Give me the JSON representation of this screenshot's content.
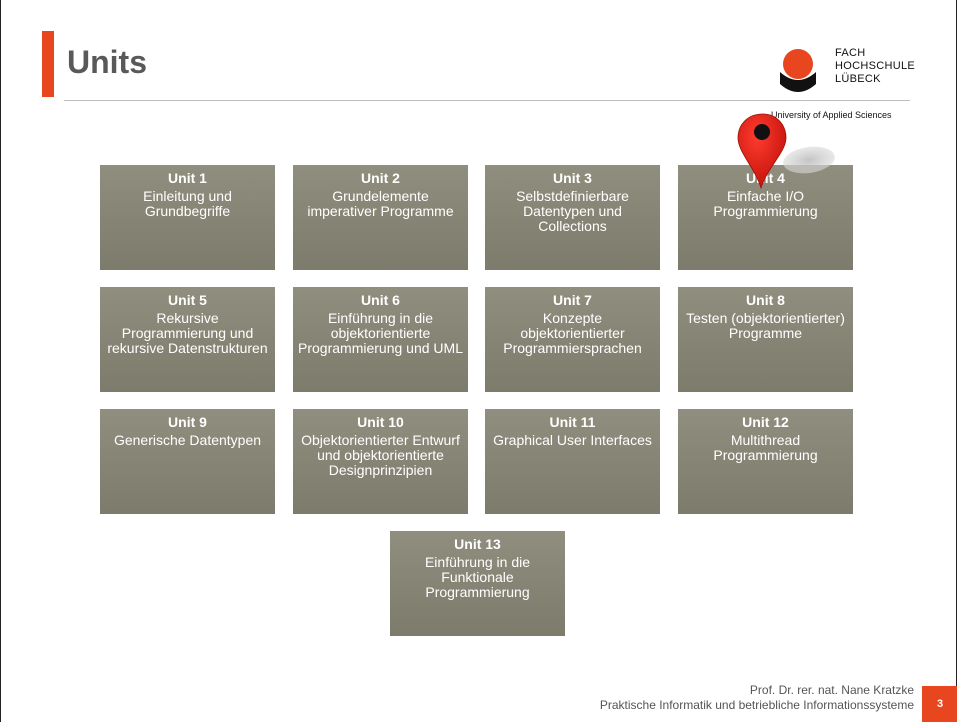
{
  "slide": {
    "title": "Units",
    "logo": {
      "line1": "FACH",
      "line2": "HOCHSCHULE",
      "line3": "LÜBECK",
      "subtitle": "University of Applied Sciences",
      "colors": {
        "circle": "#e8461e",
        "shield": "#111111"
      }
    },
    "accent_color": "#e8461e",
    "units": [
      {
        "title": "Unit 1",
        "desc": "Einleitung und Grundbegriffe"
      },
      {
        "title": "Unit 2",
        "desc": "Grundelemente imperativer Programme"
      },
      {
        "title": "Unit 3",
        "desc": "Selbstdefinierbare Datentypen und Collections"
      },
      {
        "title": "Unit 4",
        "desc": "Einfache I/O Programmierung"
      },
      {
        "title": "Unit 5",
        "desc": "Rekursive Programmierung und rekursive Datenstrukturen"
      },
      {
        "title": "Unit 6",
        "desc": "Einführung in die objektorientierte Programmierung und UML"
      },
      {
        "title": "Unit 7",
        "desc": "Konzepte objektorientierter Programmiersprachen"
      },
      {
        "title": "Unit 8",
        "desc": "Testen (objektorientierter) Programme"
      },
      {
        "title": "Unit 9",
        "desc": "Generische Datentypen"
      },
      {
        "title": "Unit 10",
        "desc": "Objektorientierter Entwurf und objektorientierte Designprinzipien"
      },
      {
        "title": "Unit 11",
        "desc": "Graphical User Interfaces"
      },
      {
        "title": "Unit 12",
        "desc": "Multithread Programmierung"
      },
      {
        "title": "Unit 13",
        "desc": "Einführung in die Funktionale Programmierung"
      }
    ],
    "marker_icon": "map-pin-icon",
    "footer": {
      "author": "Prof. Dr. rer. nat. Nane Kratzke",
      "course": "Praktische Informatik und betriebliche Informationssysteme",
      "page": "3"
    }
  }
}
